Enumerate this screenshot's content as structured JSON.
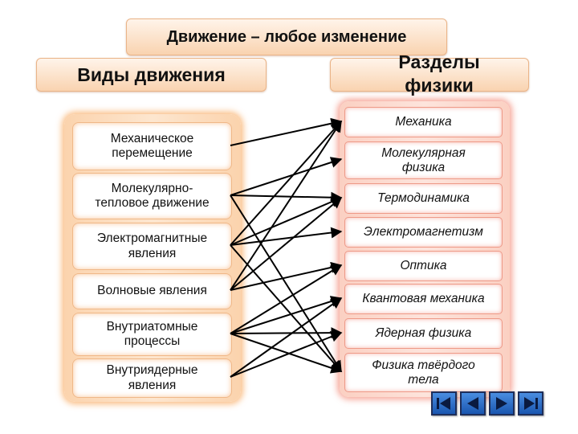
{
  "header": {
    "definition": "Движение – любое изменение",
    "left_heading": "Виды движения",
    "right_heading": "Разделы\nфизики"
  },
  "motion_types": [
    "Механическое\nперемещение",
    "Молекулярно-\nтепловое движение",
    "Электромагнитные\nявления",
    "Волновые явления",
    "Внутриатомные\nпроцессы",
    "Внутриядерные\nявления"
  ],
  "physics_branches": [
    "Механика",
    "Молекулярная\nфизика",
    "Термодинамика",
    "Электромагнетизм",
    "Оптика",
    "Квантовая механика",
    "Ядерная физика",
    "Физика твёрдого\nтела"
  ],
  "links": [
    {
      "from": 0,
      "to": 0
    },
    {
      "from": 1,
      "to": 1
    },
    {
      "from": 1,
      "to": 2
    },
    {
      "from": 1,
      "to": 7
    },
    {
      "from": 2,
      "to": 0
    },
    {
      "from": 2,
      "to": 2
    },
    {
      "from": 2,
      "to": 3
    },
    {
      "from": 2,
      "to": 7
    },
    {
      "from": 3,
      "to": 0
    },
    {
      "from": 3,
      "to": 2
    },
    {
      "from": 3,
      "to": 4
    },
    {
      "from": 4,
      "to": 4
    },
    {
      "from": 4,
      "to": 5
    },
    {
      "from": 4,
      "to": 6
    },
    {
      "from": 4,
      "to": 7
    },
    {
      "from": 5,
      "to": 5
    },
    {
      "from": 5,
      "to": 6
    }
  ],
  "navigation": [
    "first-icon",
    "previous-icon",
    "next-icon",
    "last-icon"
  ],
  "colors": {
    "header_fill": "#f9d3b0",
    "left_glow": "#f8a85c",
    "right_glow": "#f2826e",
    "arrow": "#000000",
    "nav_button": "#2e6fd0"
  }
}
